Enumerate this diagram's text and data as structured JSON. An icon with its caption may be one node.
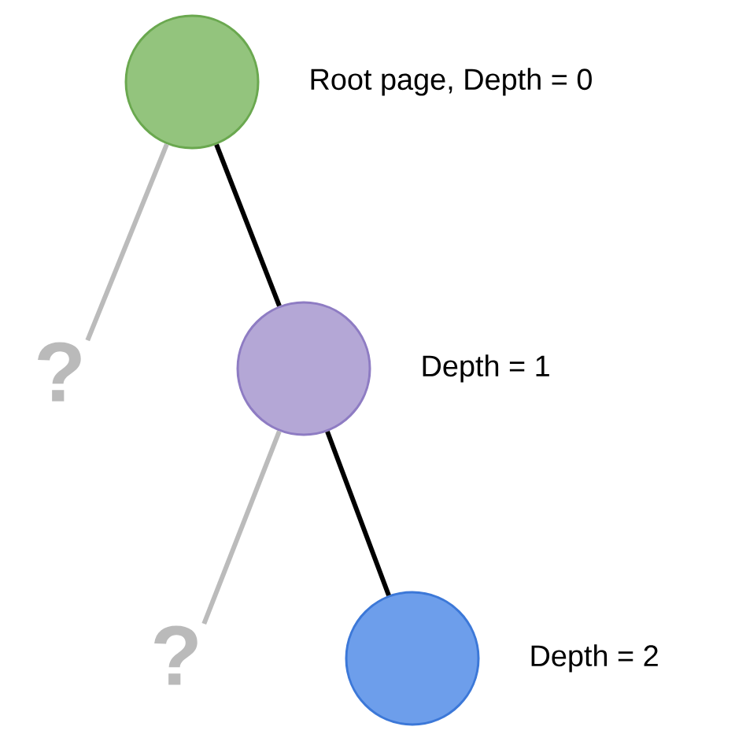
{
  "diagram": {
    "nodes": [
      {
        "text": [],
        "shape": "circle",
        "beside": [
          "Root page, Depth = 0"
        ]
      },
      {
        "text": [
          "?"
        ]
      },
      {
        "text": [],
        "shape": "circle",
        "beside": [
          "Depth = 1"
        ]
      },
      {
        "text": [
          "?"
        ]
      },
      {
        "text": [],
        "shape": "circle",
        "beside": [
          "Depth = 2"
        ]
      }
    ],
    "edges": [
      {
        "from": 0,
        "to": 1,
        "arrow": "none",
        "color": "#bbbbbb"
      },
      {
        "from": 0,
        "to": 2,
        "arrow": "none",
        "color": "#000000"
      },
      {
        "from": 2,
        "to": 3,
        "arrow": "none",
        "color": "#bbbbbb"
      },
      {
        "from": 2,
        "to": 4,
        "arrow": "none",
        "color": "#000000"
      }
    ]
  }
}
